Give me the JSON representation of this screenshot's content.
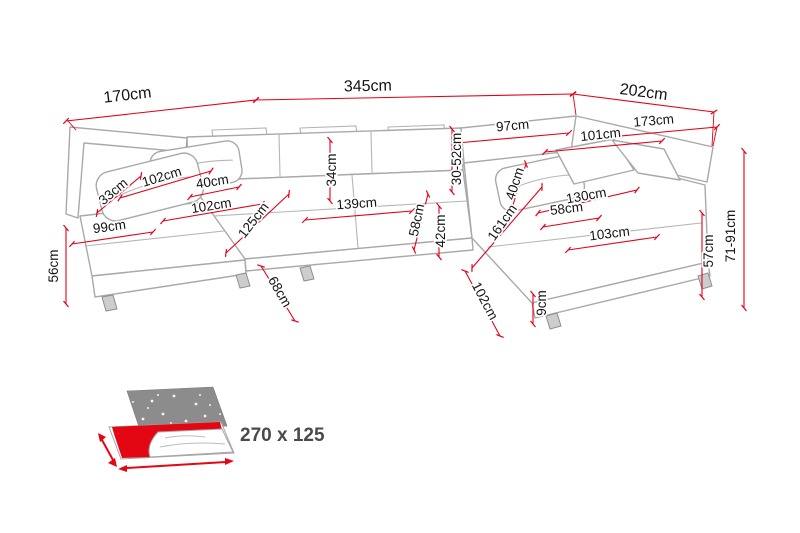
{
  "dims": {
    "back_total": "345cm",
    "left_outer": "170cm",
    "right_outer": "202cm",
    "right_arm_inner": "173cm",
    "right_back_width": "101cm",
    "right_arm_top": "97cm",
    "left_headrest_depth": "33cm",
    "left_pillow_width": "102cm",
    "left_arm_width": "40cm",
    "left_seat_width": "102cm",
    "left_chaise_front": "99cm",
    "back_cushion_depth": "34cm",
    "left_chaise_length": "125cm",
    "middle_seat_width": "139cm",
    "middle_seat_diag": "58cm",
    "headrest_height_range": "30-52cm",
    "seat_depth": "42cm",
    "right_pillow_depth": "40cm",
    "right_chaise_length": "161cm",
    "right_seat_small": "58cm",
    "right_back_length": "130cm",
    "right_chaise_front": "103cm",
    "left_side_height": "56cm",
    "back_height_range": "71-91cm",
    "right_front_height": "57cm",
    "left_leg_diag": "68cm",
    "right_leg_diag": "102cm",
    "leg_height": "9cm"
  },
  "bed": {
    "size_label": "270 x 125"
  }
}
